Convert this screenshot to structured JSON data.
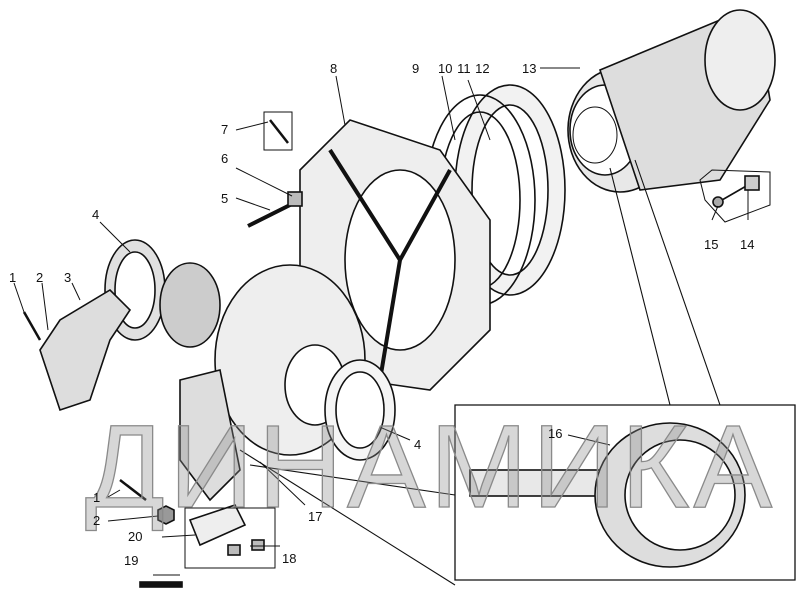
{
  "diagram": {
    "watermark": "ДИНАМИКА",
    "callouts": [
      {
        "id": "c1a",
        "text": "1"
      },
      {
        "id": "c2a",
        "text": "2"
      },
      {
        "id": "c3",
        "text": "3"
      },
      {
        "id": "c4a",
        "text": "4"
      },
      {
        "id": "c5",
        "text": "5"
      },
      {
        "id": "c6",
        "text": "6"
      },
      {
        "id": "c7",
        "text": "7"
      },
      {
        "id": "c8",
        "text": "8"
      },
      {
        "id": "c9",
        "text": "9"
      },
      {
        "id": "c101112",
        "text": "10 11 12"
      },
      {
        "id": "c13",
        "text": "13"
      },
      {
        "id": "c14",
        "text": "14"
      },
      {
        "id": "c15",
        "text": "15"
      },
      {
        "id": "c16",
        "text": "16"
      },
      {
        "id": "c4b",
        "text": "4"
      },
      {
        "id": "c17",
        "text": "17"
      },
      {
        "id": "c18",
        "text": "18"
      },
      {
        "id": "c19",
        "text": "19"
      },
      {
        "id": "c20",
        "text": "20"
      },
      {
        "id": "c1b",
        "text": "1"
      },
      {
        "id": "c2b",
        "text": "2"
      }
    ]
  }
}
